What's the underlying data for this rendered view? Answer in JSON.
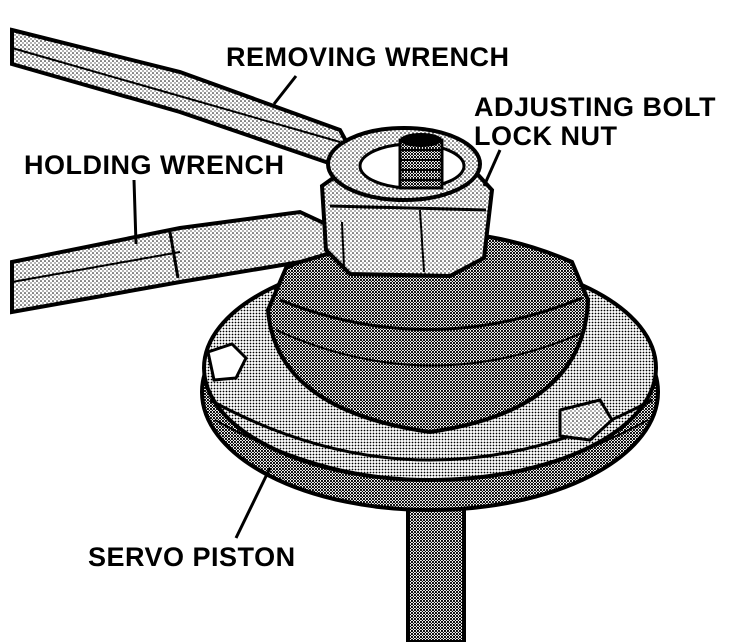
{
  "labels": {
    "removing_wrench": "REMOVING WRENCH",
    "adjusting_bolt": "ADJUSTING BOLT",
    "lock_nut": "LOCK NUT",
    "holding_wrench": "HOLDING WRENCH",
    "servo_piston": "SERVO PISTON"
  }
}
